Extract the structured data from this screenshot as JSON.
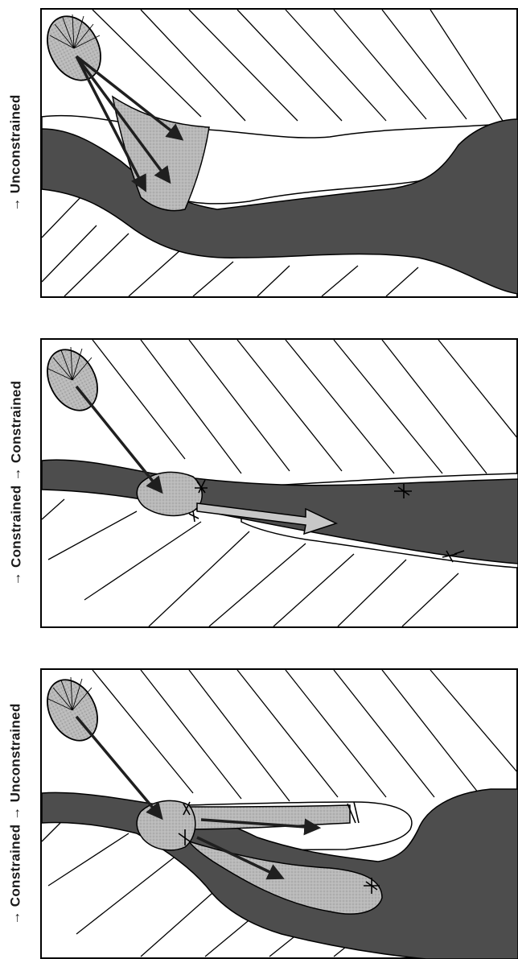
{
  "panels": [
    {
      "label": "→ Unconstrained"
    },
    {
      "label": "→ Constrained → Constrained"
    },
    {
      "label": "→ Constrained → Unconstrained"
    }
  ]
}
